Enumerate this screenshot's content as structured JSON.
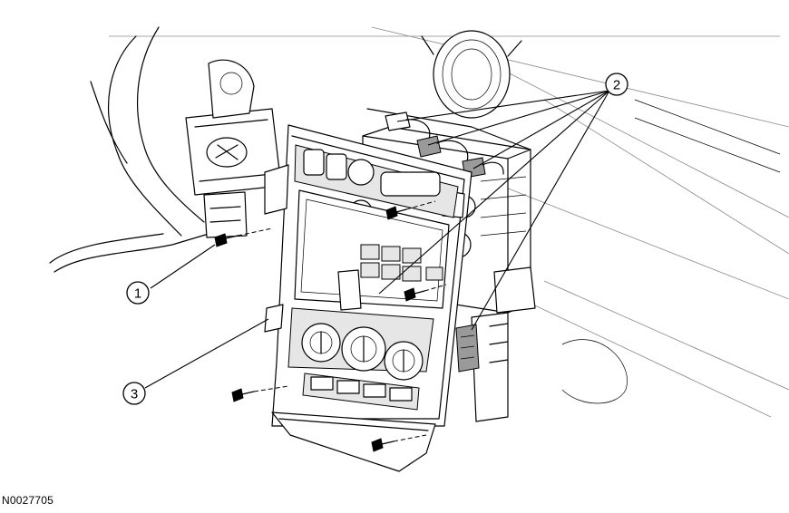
{
  "diagram": {
    "callouts": [
      {
        "id": "callout-1",
        "label": "1"
      },
      {
        "id": "callout-2",
        "label": "2"
      },
      {
        "id": "callout-3",
        "label": "3"
      }
    ],
    "figure_id": "N0027705",
    "colors": {
      "line": "#000000",
      "background": "#ffffff",
      "shade": "#9a9a9a"
    }
  }
}
